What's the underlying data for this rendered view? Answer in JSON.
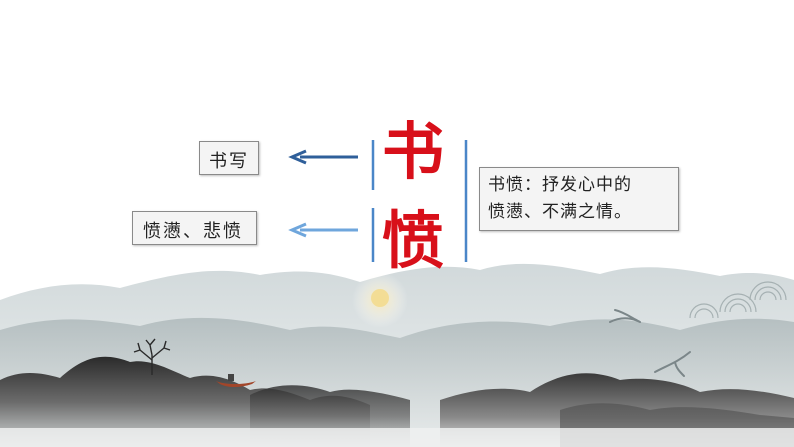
{
  "left_items": {
    "top_label": "书写",
    "bottom_label": "愤懑、悲愤"
  },
  "title_chars": {
    "first": "书",
    "second": "愤"
  },
  "definition": {
    "line1": "书愤：抒发心中的",
    "line2": "愤懑、不满之情。"
  },
  "colors": {
    "title_red": "#d8101a",
    "arrow_dark": "#2f5f9a",
    "arrow_light": "#6fa6dc",
    "divider_blue": "#4a86c8"
  }
}
